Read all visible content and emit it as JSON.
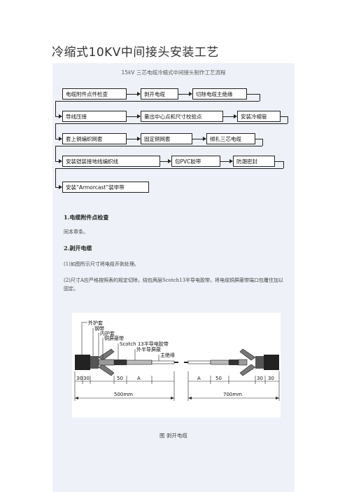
{
  "page_title": "冷缩式10KV中间接头安装工艺",
  "flow": {
    "title": "15kV 三芯电缆冷缩式中间接头制作工艺流程",
    "steps": [
      "电缆附件点件检查",
      "剥开电缆",
      "切除电缆主绝缘",
      "导线压接",
      "量出中心点和尺寸校验点",
      "安装冷缩管",
      "套上铜编织网套",
      "固定铜网套",
      "绑扎三芯电缆",
      "安装铠装接地线编织线",
      "包PVC胶带",
      "防潮密封",
      "安装“Armorcast”装甲带"
    ]
  },
  "sections": [
    {
      "heading": "1.电缆附件点检查",
      "paragraphs": [
        "同本章条。"
      ]
    },
    {
      "heading": "2.剥开电缆",
      "paragraphs": [
        "(1)如图所示尺寸将电缆开剥处理。",
        "(2)尺寸A应严格按照表的规定切除，绕包两层Scotch13半导电胶带，将电缆铜屏蔽带端口包覆住加以固定。"
      ]
    }
  ],
  "figure": {
    "labels": [
      "外护套",
      "钢带",
      "内护套",
      "铜屏蔽带",
      "Scotch 13半导电胶带",
      "外半导屏蔽",
      "主绝缘"
    ],
    "dims_left": [
      "30",
      "30",
      "50",
      "A"
    ],
    "dims_right": [
      "A",
      "50",
      "30",
      "30"
    ],
    "total_left": "500mm",
    "total_right": "700mm",
    "caption": "图 剥开电缆"
  }
}
